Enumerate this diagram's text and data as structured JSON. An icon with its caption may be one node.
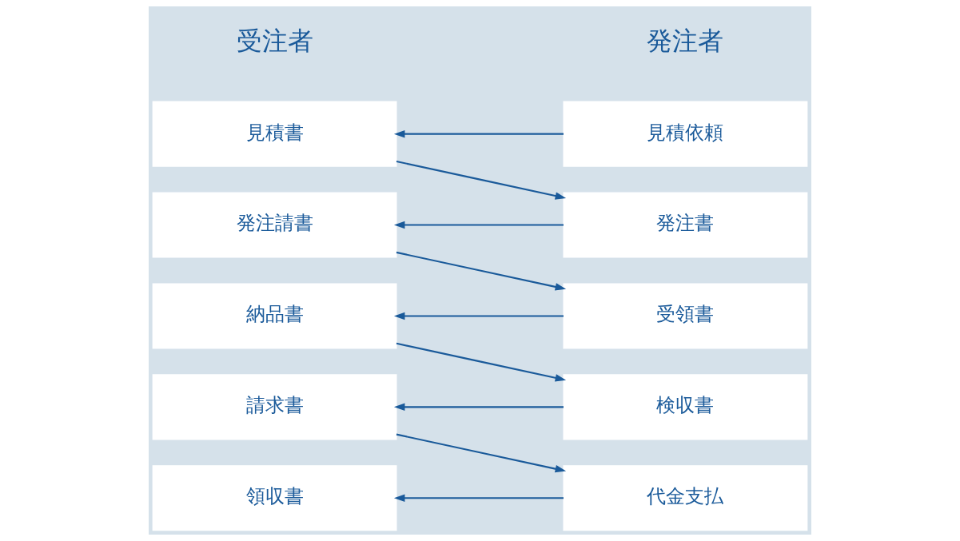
{
  "diagram": {
    "nodes": [
      {
        "text": [
          "見積依頼"
        ]
      },
      {
        "text": [
          "見積書"
        ]
      },
      {
        "text": [
          "発注書"
        ]
      },
      {
        "text": [
          "発注請書"
        ]
      },
      {
        "text": [
          "受領書"
        ]
      },
      {
        "text": [
          "納品書"
        ]
      },
      {
        "text": [
          "検収書"
        ]
      },
      {
        "text": [
          "請求書"
        ]
      },
      {
        "text": [
          "代金支払"
        ]
      },
      {
        "text": [
          "領収書"
        ]
      }
    ],
    "edges": [
      {
        "from": 0,
        "to": 1,
        "arrow": "to"
      },
      {
        "from": 1,
        "to": 2,
        "arrow": "to"
      },
      {
        "from": 2,
        "to": 3,
        "arrow": "to"
      },
      {
        "from": 3,
        "to": 4,
        "arrow": "to"
      },
      {
        "from": 4,
        "to": 5,
        "arrow": "to"
      },
      {
        "from": 5,
        "to": 6,
        "arrow": "to"
      },
      {
        "from": 6,
        "to": 7,
        "arrow": "to"
      },
      {
        "from": 7,
        "to": 8,
        "arrow": "to"
      },
      {
        "from": 8,
        "to": 9,
        "arrow": "to"
      }
    ],
    "labels": [
      "発注者",
      "受注者"
    ]
  }
}
